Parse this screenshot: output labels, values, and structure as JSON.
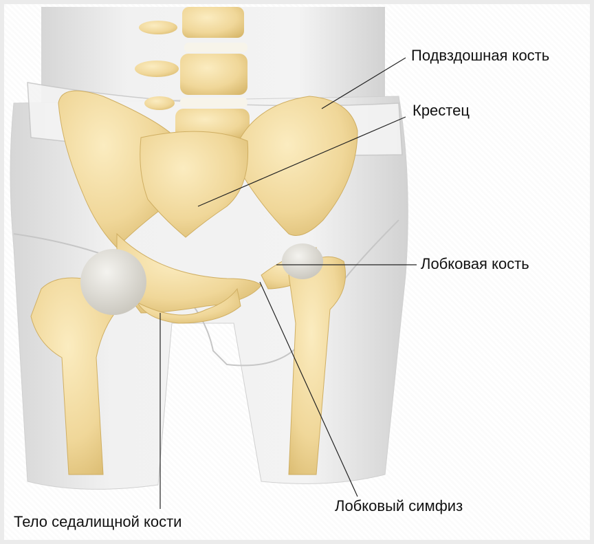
{
  "labels": {
    "ilium": "Подвздошная кость",
    "sacrum": "Крестец",
    "pubis": "Лобковая кость",
    "symphysis": "Лобковый симфиз",
    "ischium": "Тело седалищной кости"
  },
  "colors": {
    "bone": "#f2dca0",
    "bone_shadow": "#dcc07a",
    "body": "#e6e6e6",
    "body_edge": "#cfcfcf",
    "cartilage": "#d9d7d0",
    "leader_line": "#222222"
  }
}
